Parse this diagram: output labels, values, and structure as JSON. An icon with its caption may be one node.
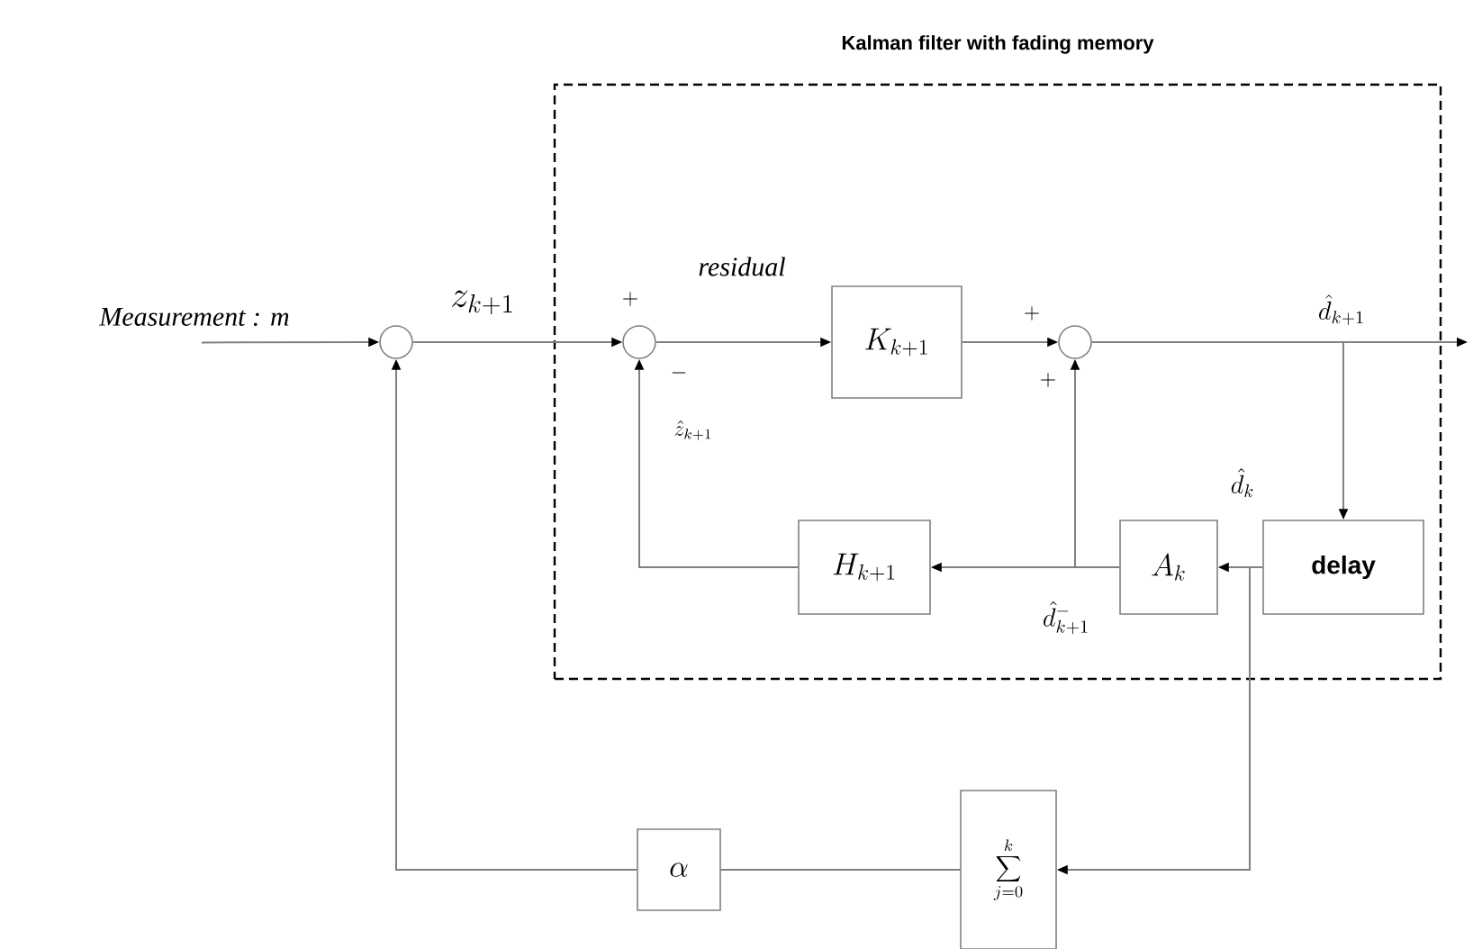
{
  "diagram": {
    "nodes": [
      {
        "text": [
          "Kalman filter with fading memory"
        ]
      },
      {
        "text": [
          "Measurement : m"
        ]
      },
      {
        "text": [],
        "shape": "circle"
      },
      {
        "text": [],
        "shape": "circle",
        "in": 0
      },
      {
        "text": [
          "K_{k+1}"
        ],
        "in": 0
      },
      {
        "text": [],
        "shape": "circle",
        "in": 0
      },
      {
        "text": [
          "delay"
        ],
        "in": 0
      },
      {
        "text": [
          "A_k"
        ],
        "in": 0
      },
      {
        "text": [
          "H_{k+1}"
        ],
        "in": 0
      },
      {
        "text": [
          "\\sum_{j=0}^{k}"
        ]
      },
      {
        "text": [
          "\\alpha"
        ]
      }
    ],
    "edges": [
      {
        "from": 1,
        "to": 2,
        "arrow": "to"
      },
      {
        "from": 2,
        "to": 3,
        "arrow": "to"
      },
      {
        "from": 3,
        "to": 4,
        "arrow": "to"
      },
      {
        "from": 4,
        "to": 5,
        "arrow": "to"
      },
      {
        "from": 5,
        "to": null,
        "arrow": "to"
      },
      {
        "from": 5,
        "to": 6,
        "arrow": "to"
      },
      {
        "from": 6,
        "to": 7,
        "arrow": "to"
      },
      {
        "from": 7,
        "to": 8,
        "arrow": "to"
      },
      {
        "from": 7,
        "to": 5,
        "arrow": "to"
      },
      {
        "from": 8,
        "to": 3,
        "arrow": "to"
      },
      {
        "from": 6,
        "to": 9,
        "arrow": "to"
      },
      {
        "from": 9,
        "to": 10,
        "arrow": "none"
      },
      {
        "from": 10,
        "to": 2,
        "arrow": "to"
      }
    ],
    "labels": [
      "z_{k+1}",
      "+",
      "residual",
      "-",
      "\\hat{z}_{k+1}",
      "+",
      "+",
      "\\hat{d}_{k+1}",
      "\\hat{d}_k",
      "\\hat{d}^{-}_{k+1}"
    ]
  }
}
